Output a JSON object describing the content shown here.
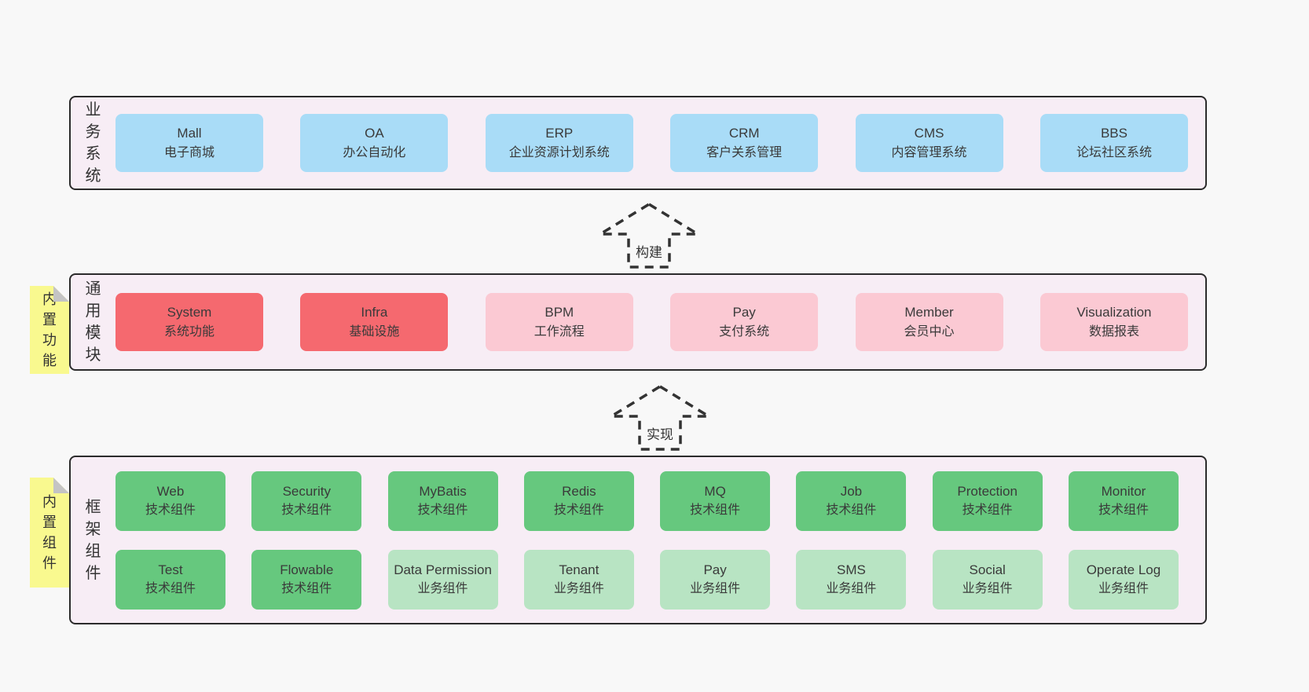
{
  "colors": {
    "blue": "#a9dcf7",
    "red": "#f5696f",
    "pink": "#fbc9d3",
    "green": "#66c87e",
    "light_green": "#b8e4c3",
    "layer_bg": "#f7edf5",
    "sticky_yellow": "#f9f98f",
    "border": "#2b2b2b"
  },
  "arrows": [
    {
      "label": "构建"
    },
    {
      "label": "实现"
    }
  ],
  "layers": [
    {
      "label": "业务系统",
      "boxes": [
        {
          "title": "Mall",
          "subtitle": "电子商城"
        },
        {
          "title": "OA",
          "subtitle": "办公自动化"
        },
        {
          "title": "ERP",
          "subtitle": "企业资源计划系统"
        },
        {
          "title": "CRM",
          "subtitle": "客户关系管理"
        },
        {
          "title": "CMS",
          "subtitle": "内容管理系统"
        },
        {
          "title": "BBS",
          "subtitle": "论坛社区系统"
        }
      ]
    },
    {
      "label": "通用模块",
      "sticky": "内置功能",
      "boxes": [
        {
          "title": "System",
          "subtitle": "系统功能"
        },
        {
          "title": "Infra",
          "subtitle": "基础设施"
        },
        {
          "title": "BPM",
          "subtitle": "工作流程"
        },
        {
          "title": "Pay",
          "subtitle": "支付系统"
        },
        {
          "title": "Member",
          "subtitle": "会员中心"
        },
        {
          "title": "Visualization",
          "subtitle": "数据报表"
        }
      ]
    },
    {
      "label": "框架组件",
      "sticky": "内置组件",
      "rows": [
        [
          {
            "title": "Web",
            "subtitle": "技术组件"
          },
          {
            "title": "Security",
            "subtitle": "技术组件"
          },
          {
            "title": "MyBatis",
            "subtitle": "技术组件"
          },
          {
            "title": "Redis",
            "subtitle": "技术组件"
          },
          {
            "title": "MQ",
            "subtitle": "技术组件"
          },
          {
            "title": "Job",
            "subtitle": "技术组件"
          },
          {
            "title": "Protection",
            "subtitle": "技术组件"
          },
          {
            "title": "Monitor",
            "subtitle": "技术组件"
          }
        ],
        [
          {
            "title": "Test",
            "subtitle": "技术组件"
          },
          {
            "title": "Flowable",
            "subtitle": "技术组件"
          },
          {
            "title": "Data Permission",
            "subtitle": "业务组件"
          },
          {
            "title": "Tenant",
            "subtitle": "业务组件"
          },
          {
            "title": "Pay",
            "subtitle": "业务组件"
          },
          {
            "title": "SMS",
            "subtitle": "业务组件"
          },
          {
            "title": "Social",
            "subtitle": "业务组件"
          },
          {
            "title": "Operate Log",
            "subtitle": "业务组件"
          }
        ]
      ]
    }
  ]
}
